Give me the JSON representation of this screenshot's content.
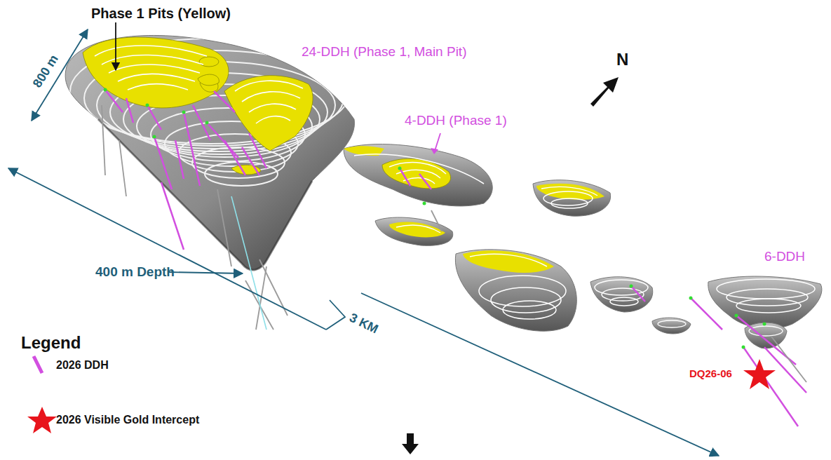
{
  "diagram": {
    "labels": [
      "Phase 1 Pits (Yellow)",
      "24-DDH (Phase 1, Main Pit)",
      "4-DDH (Phase 1)",
      "N",
      "800 m",
      "400 m Depth",
      "3 KM",
      "6-DDH",
      "DQ26-06",
      "Legend"
    ],
    "legend": [
      {
        "text": "2026 DDH"
      },
      {
        "text": "2026 Visible Gold Intercept"
      }
    ]
  }
}
